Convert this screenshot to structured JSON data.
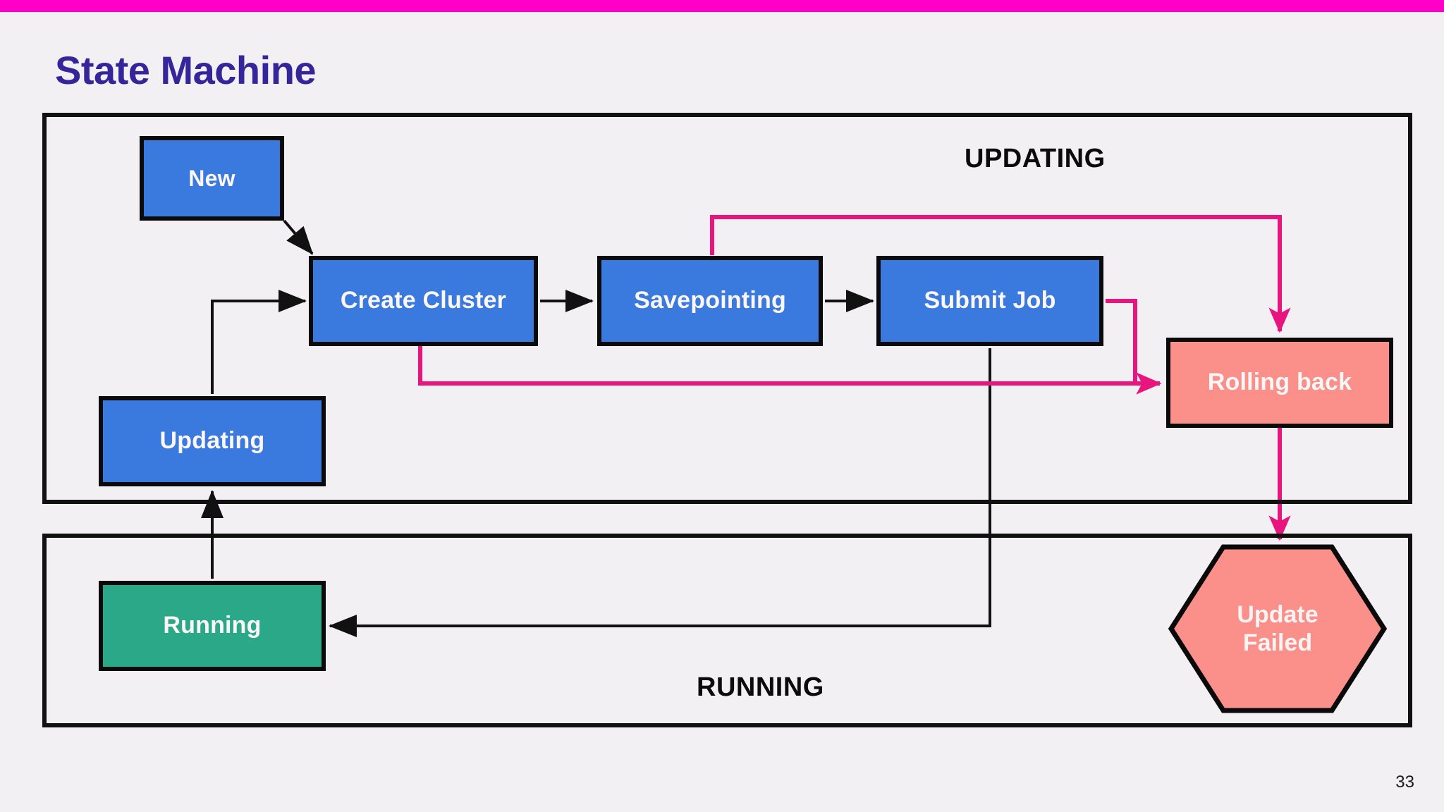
{
  "slide": {
    "title": "State Machine",
    "page_number": "33",
    "accent_bar_color": "#ff00c8",
    "background_color": "#f2f0f2",
    "title_color": "#35259b"
  },
  "groups": [
    {
      "id": "updating",
      "label": "UPDATING"
    },
    {
      "id": "running",
      "label": "RUNNING"
    }
  ],
  "nodes": {
    "new": {
      "label": "New",
      "shape": "rect",
      "color": "#3a79dd"
    },
    "create_cluster": {
      "label": "Create Cluster",
      "shape": "rect",
      "color": "#3a79dd"
    },
    "savepointing": {
      "label": "Savepointing",
      "shape": "rect",
      "color": "#3a79dd"
    },
    "submit_job": {
      "label": "Submit Job",
      "shape": "rect",
      "color": "#3a79dd"
    },
    "updating": {
      "label": "Updating",
      "shape": "rect",
      "color": "#3a79dd"
    },
    "running": {
      "label": "Running",
      "shape": "rect",
      "color": "#2aa887"
    },
    "rolling_back": {
      "label": "Rolling back",
      "shape": "rect",
      "color": "#fb8f89"
    },
    "update_failed": {
      "label": "Update\nFailed",
      "shape": "hexagon",
      "color": "#fb8f89"
    }
  },
  "edge_colors": {
    "normal": "#111111",
    "failure": "#e9157f"
  },
  "edges": [
    {
      "from": "new",
      "to": "create_cluster",
      "style": "normal"
    },
    {
      "from": "create_cluster",
      "to": "savepointing",
      "style": "normal"
    },
    {
      "from": "savepointing",
      "to": "submit_job",
      "style": "normal"
    },
    {
      "from": "submit_job",
      "to": "running",
      "style": "normal"
    },
    {
      "from": "running",
      "to": "updating",
      "style": "normal"
    },
    {
      "from": "updating",
      "to": "create_cluster",
      "style": "normal"
    },
    {
      "from": "savepointing",
      "to": "rolling_back",
      "style": "failure"
    },
    {
      "from": "submit_job",
      "to": "rolling_back",
      "style": "failure"
    },
    {
      "from": "create_cluster",
      "to": "rolling_back",
      "style": "failure"
    },
    {
      "from": "rolling_back",
      "to": "update_failed",
      "style": "failure"
    }
  ]
}
